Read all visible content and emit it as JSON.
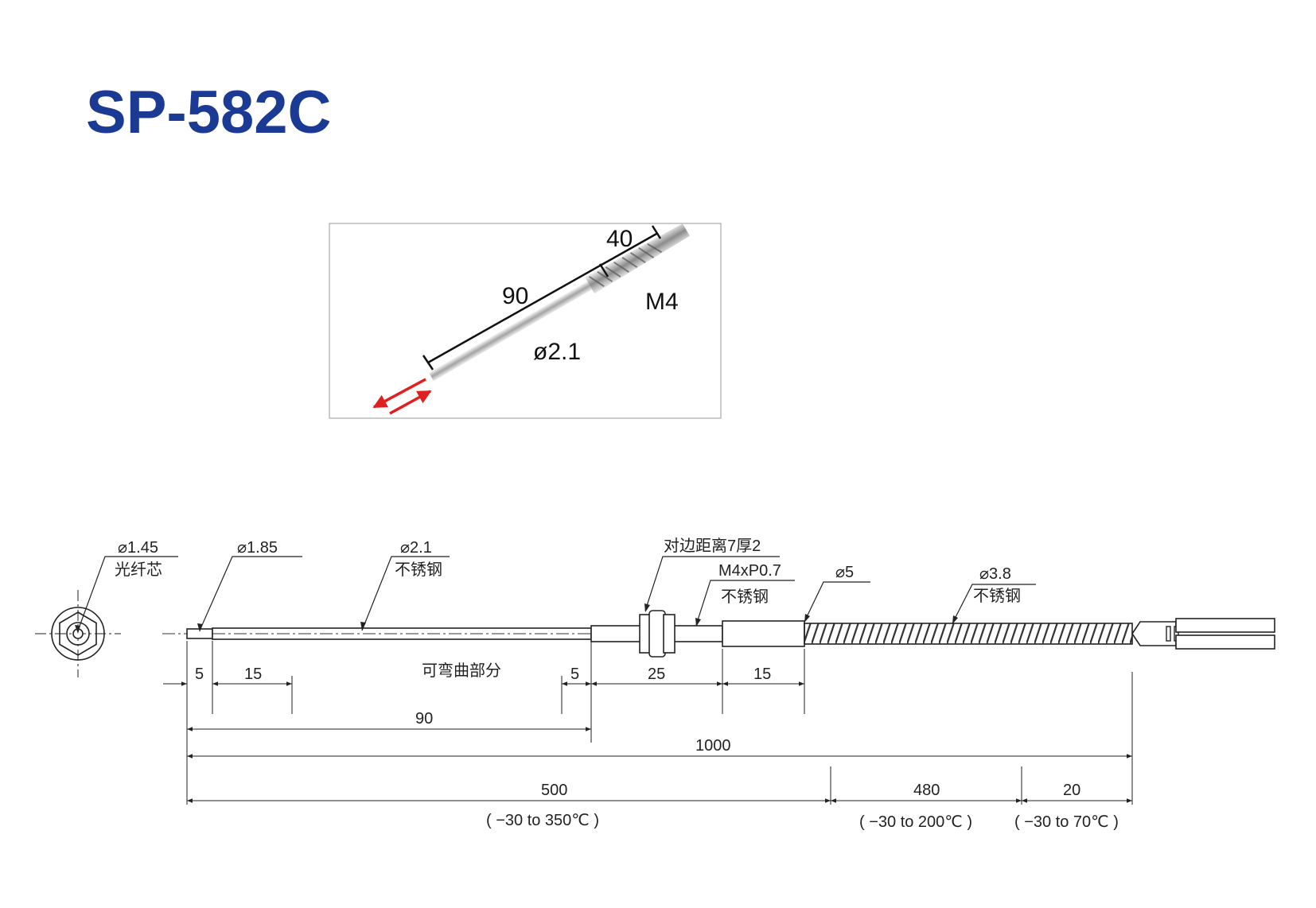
{
  "title": "SP-582C",
  "photo": {
    "len_total": "90",
    "len_thread": "40",
    "thread": "M4",
    "dia": "ø2.1"
  },
  "callouts": {
    "core_dia": "⌀1.45",
    "core_label": "光纤芯",
    "tip_dia": "⌀1.85",
    "tube_dia": "⌀2.1",
    "tube_mat": "不锈钢",
    "nut_label": "对边距离7厚2",
    "thread_label": "M4xP0.7",
    "thread_mat": "不锈钢",
    "sleeve_dia": "⌀5",
    "cable_dia": "⌀3.8",
    "cable_mat": "不锈钢"
  },
  "dims": {
    "d5a": "5",
    "d15a": "15",
    "bendable": "可弯曲部分",
    "d5b": "5",
    "d25": "25",
    "d15b": "15",
    "d90": "90",
    "d1000": "1000",
    "d500": "500",
    "d480": "480",
    "d20": "20",
    "t1": "( −30 to 350℃ )",
    "t2": "( −30 to 200℃ )",
    "t3": "( −30 to 70℃ )"
  },
  "colors": {
    "title": "#1b3a93",
    "arrow": "#e02020",
    "line": "#222222"
  }
}
